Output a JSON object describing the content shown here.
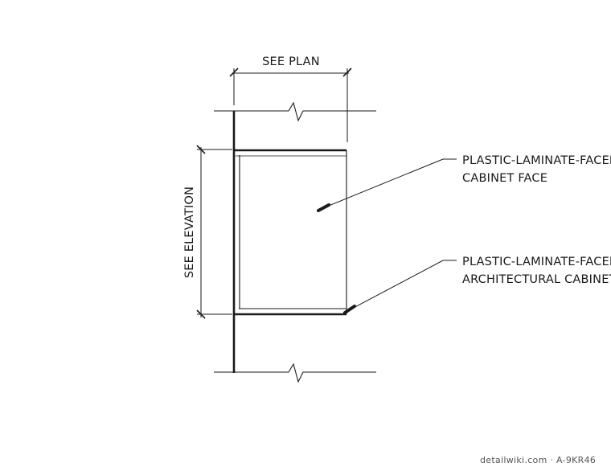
{
  "dimensions": {
    "top": "SEE PLAN",
    "side": "SEE ELEVATION"
  },
  "callouts": [
    {
      "line1": "PLASTIC-LAMINATE-FACED",
      "line2": "CABINET FACE"
    },
    {
      "line1": "PLASTIC-LAMINATE-FACED",
      "line2": "ARCHITECTURAL CABINET"
    }
  ],
  "watermark": "detailwiki.com · A-9KR46",
  "colors": {
    "line": "#1a1a1a",
    "background": "#ffffff"
  }
}
